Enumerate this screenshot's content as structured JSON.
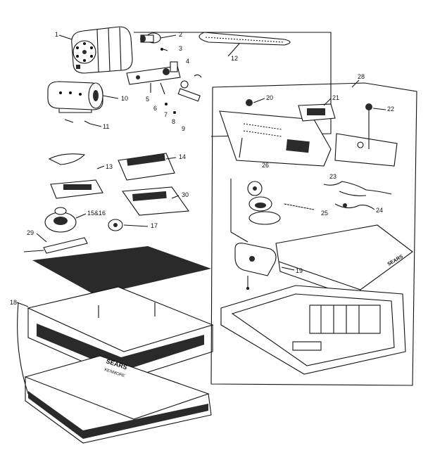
{
  "diagram": {
    "callouts": {
      "c1": "1",
      "c2": "2",
      "c3": "3",
      "c4": "4",
      "c5": "5",
      "c6": "6",
      "c7": "7",
      "c8": "8",
      "c9": "9",
      "c10": "10",
      "c11": "11",
      "c12": "12",
      "c13": "13",
      "c14": "14",
      "c1516": "15&16",
      "c17": "17",
      "c18": "18",
      "c19": "19",
      "c20": "20",
      "c21": "21",
      "c22": "22",
      "c23": "23",
      "c24": "24",
      "c25": "25",
      "c26": "26",
      "c28": "28",
      "c29": "29",
      "c30": "30"
    },
    "imprint": {
      "line1": "SEARS",
      "line2": "KENMORE"
    },
    "lid_imprint": "SEARS"
  }
}
